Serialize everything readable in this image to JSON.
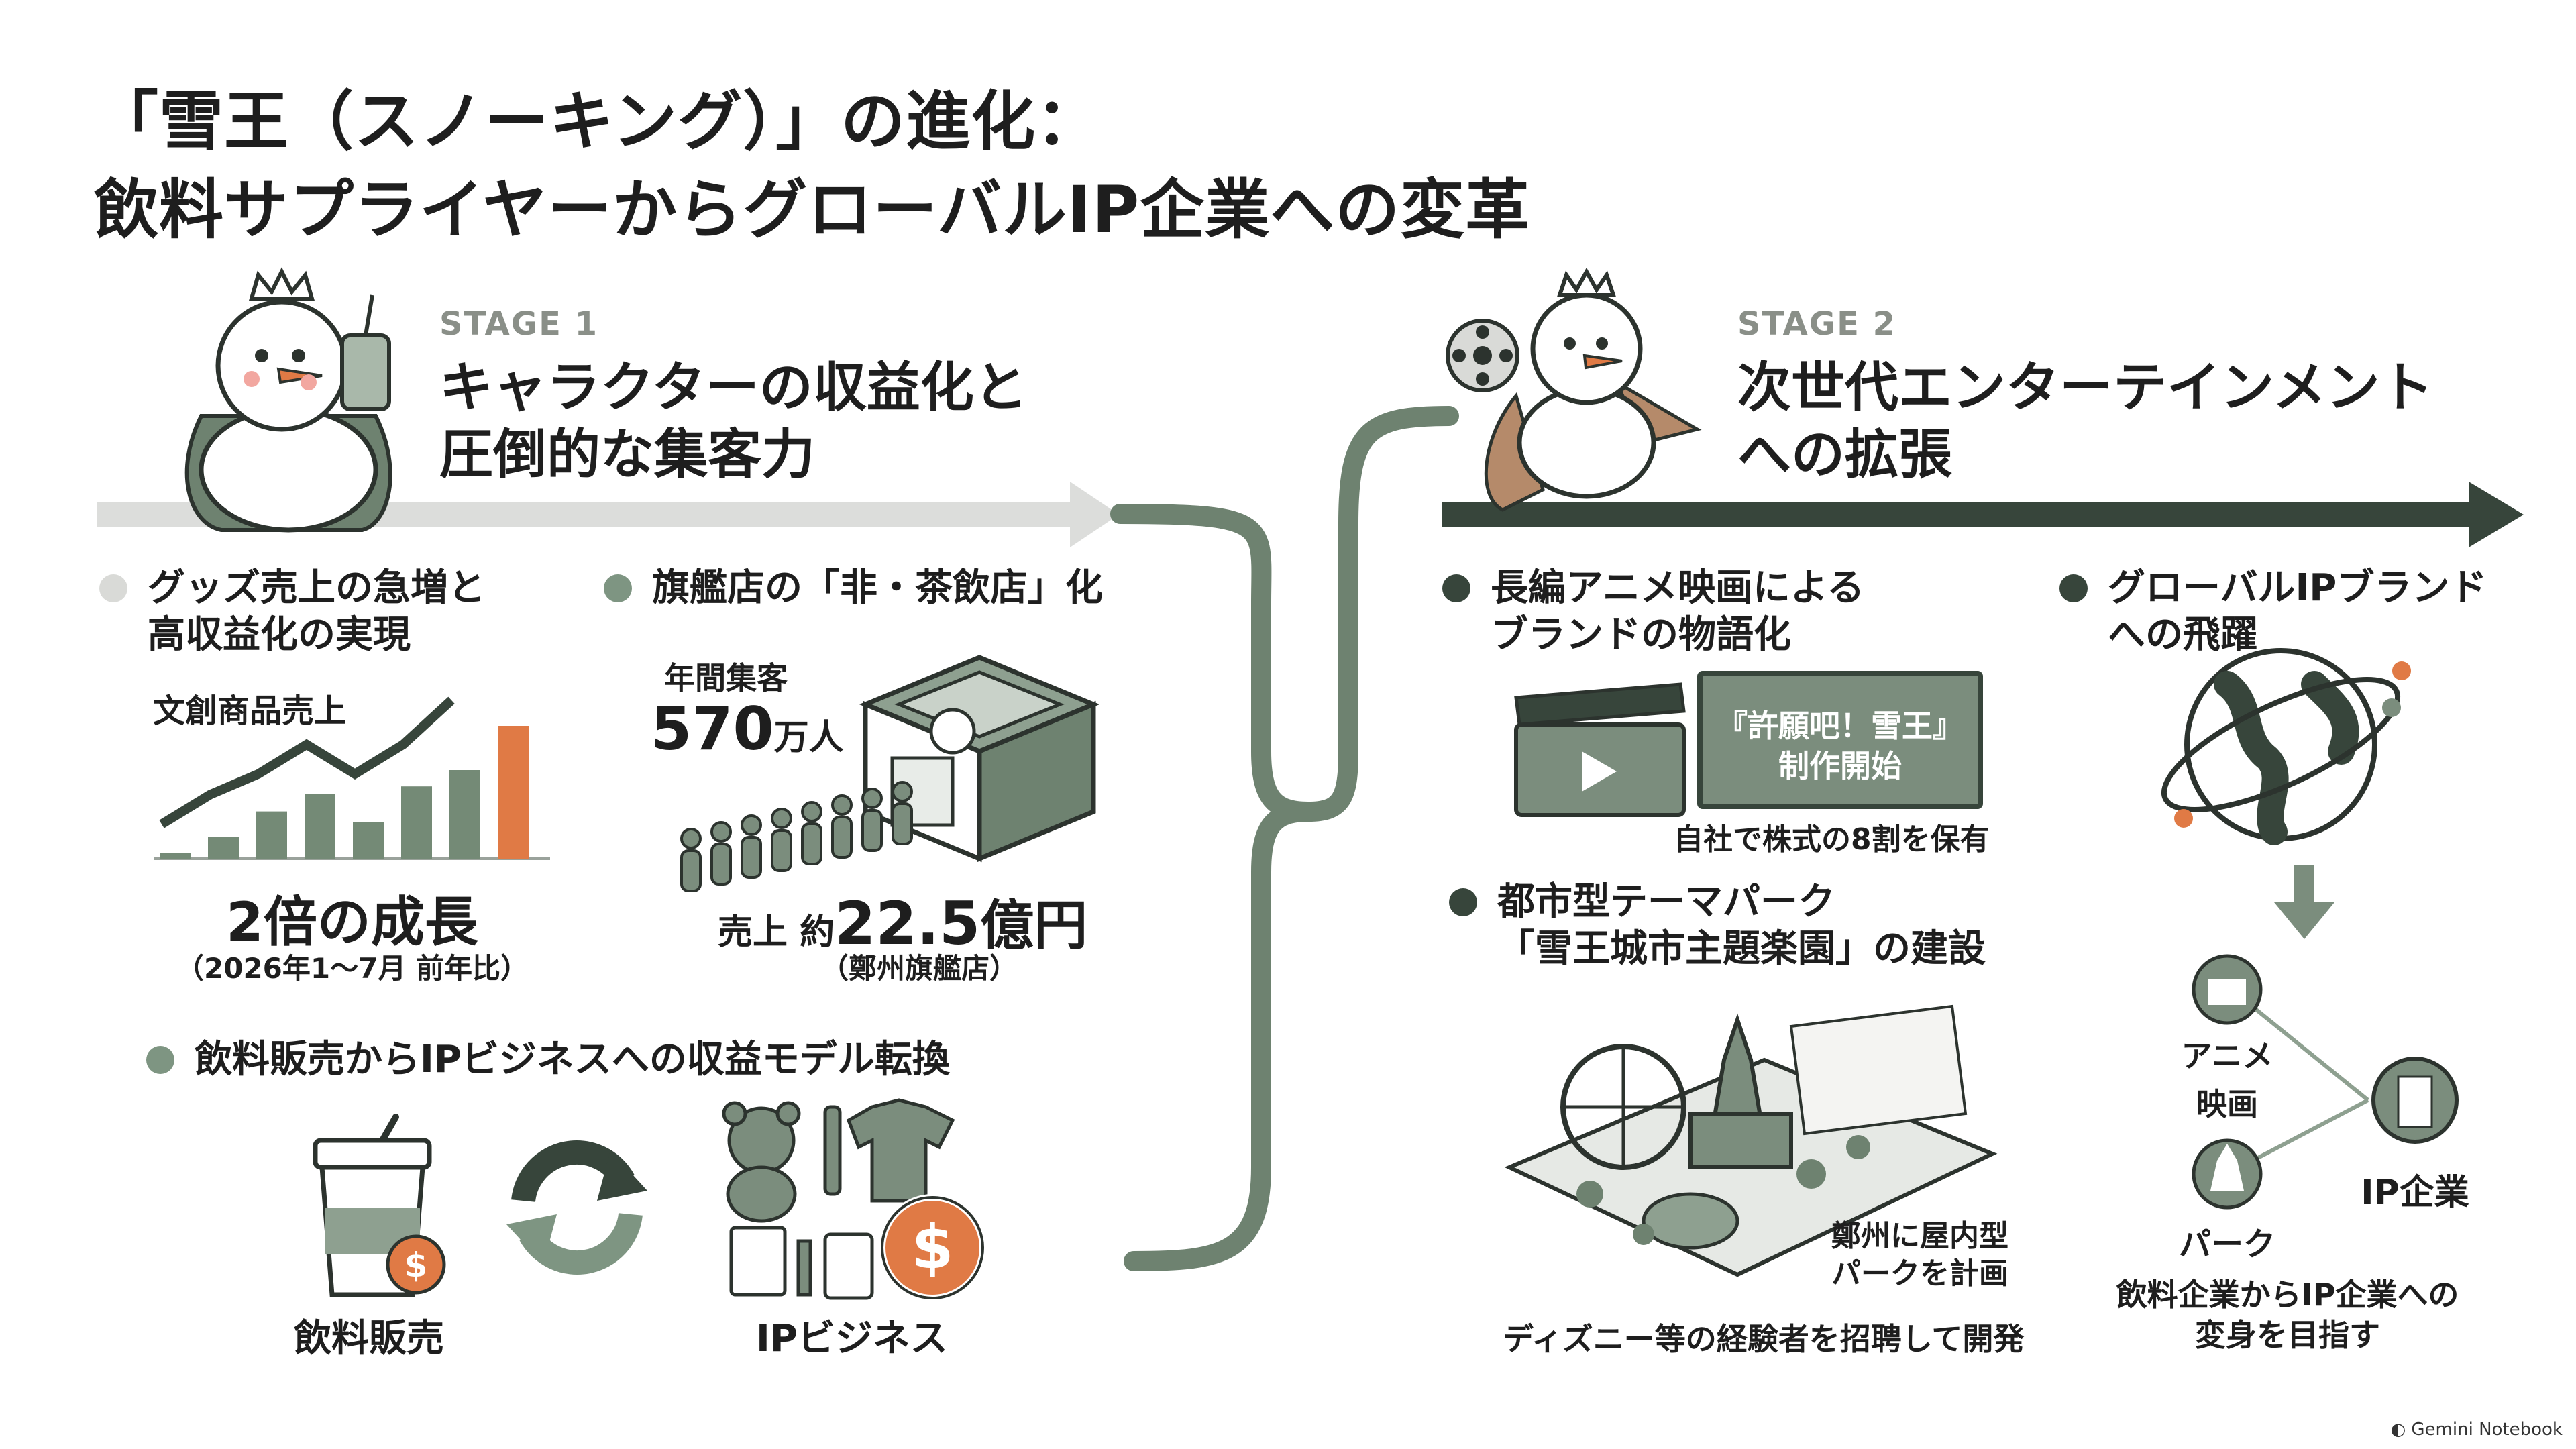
{
  "title": {
    "line1": "「雪王（スノーキング）」の進化：",
    "line2": "飲料サプライヤーからグローバルIP企業への変革"
  },
  "stage1": {
    "label": "STAGE 1",
    "title_line1": "キャラクターの収益化と",
    "title_line2": "圧倒的な集客力",
    "goods": {
      "heading_line1": "グッズ売上の急増と",
      "heading_line2": "高収益化の実現",
      "chart_label": "文創商品売上",
      "growth": "2倍の成長",
      "growth_note": "（2026年1〜7月 前年比）"
    },
    "flagship": {
      "heading": "旗艦店の「非・茶飲店」化",
      "visitors_label": "年間集客",
      "visitors_value": "570",
      "visitors_unit": "万人",
      "sales_prefix": "売上 約",
      "sales_value": "22.5",
      "sales_unit": "億円",
      "sales_note": "（鄭州旗艦店）"
    },
    "model": {
      "heading": "飲料販売からIPビジネスへの収益モデル転換",
      "left_label": "飲料販売",
      "right_label": "IPビジネス"
    }
  },
  "stage2": {
    "label": "STAGE 2",
    "title_line1": "次世代エンターテインメント",
    "title_line2": "への拡張",
    "movie": {
      "heading_line1": "長編アニメ映画による",
      "heading_line2": "ブランドの物語化",
      "film_title_line1": "『許願吧！雪王』",
      "film_title_line2": "制作開始",
      "note": "自社で株式の8割を保有"
    },
    "park": {
      "heading_line1": "都市型テーマパーク",
      "heading_line2": "「雪王城市主題楽園」の建設",
      "callout_line1": "鄭州に屋内型",
      "callout_line2": "パークを計画",
      "note": "ディズニー等の経験者を招聘して開発"
    },
    "global": {
      "heading_line1": "グローバルIPブランド",
      "heading_line2": "への飛躍",
      "node_anime_line1": "アニメ",
      "node_anime_line2": "映画",
      "node_park": "パーク",
      "node_ip": "IP企業",
      "conclusion_line1": "飲料企業からIP企業への",
      "conclusion_line2": "変身を目指す"
    }
  },
  "footer": {
    "brand": "Gemini Notebook"
  },
  "chart_data": {
    "type": "bar",
    "title": "文創商品売上",
    "categories": [
      "",
      "",
      "",
      "",
      "",
      "",
      "",
      ""
    ],
    "values": [
      0.4,
      1.5,
      3.2,
      4.4,
      2.5,
      4.9,
      6.0,
      9.0
    ],
    "highlight_index": 7,
    "trend": [
      1.2,
      3.2,
      4.6,
      6.6,
      4.6,
      6.6,
      9.6
    ],
    "colors": {
      "bar": "#748a76",
      "highlight": "#e07a45",
      "trend": "#37453b"
    }
  },
  "colors": {
    "dark": "#37453b",
    "mid": "#7e9582",
    "light": "#d9dad7",
    "accent": "#e07a45"
  }
}
